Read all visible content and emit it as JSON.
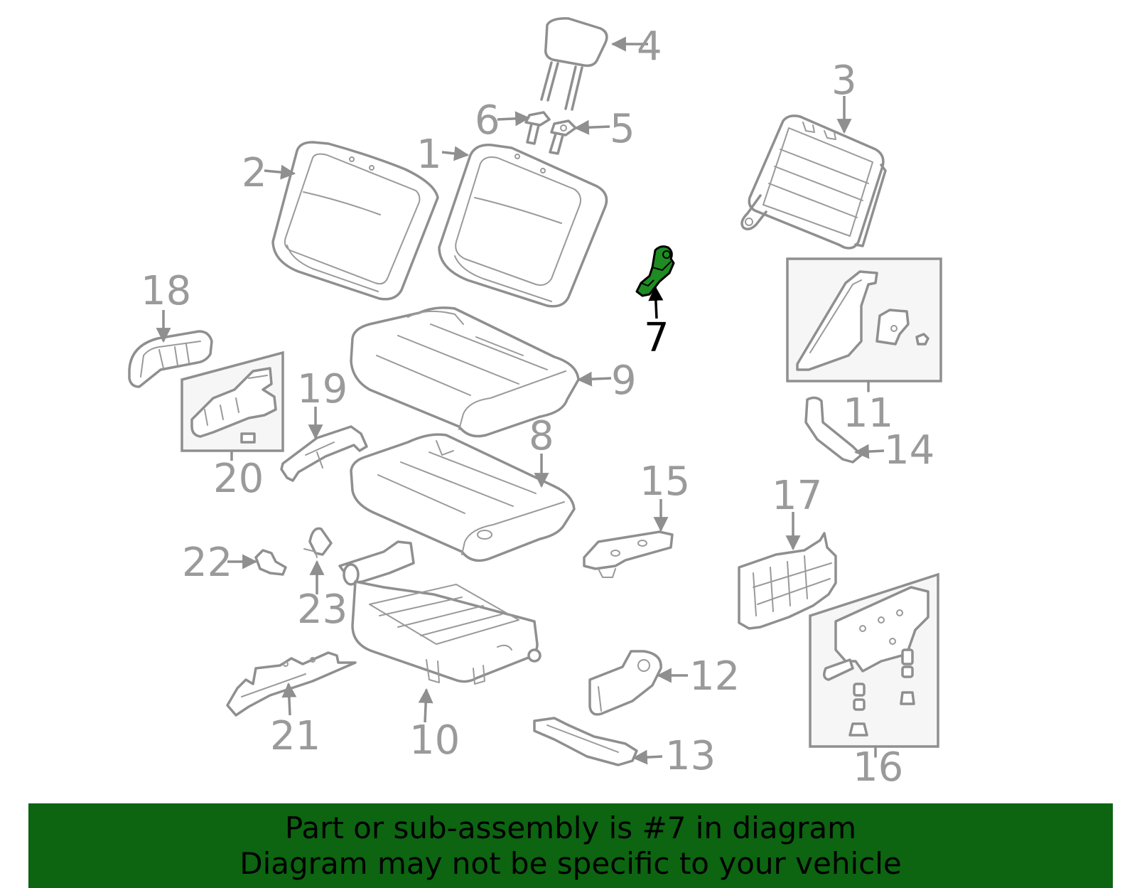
{
  "diagram": {
    "highlight_part": "7",
    "highlight_color": "#1e8c22",
    "line_color": "#8f8f8f",
    "labels": {
      "l1": "1",
      "l2": "2",
      "l3": "3",
      "l4": "4",
      "l5": "5",
      "l6": "6",
      "l7": "7",
      "l8": "8",
      "l9": "9",
      "l10": "10",
      "l11": "11",
      "l12": "12",
      "l13": "13",
      "l14": "14",
      "l15": "15",
      "l16": "16",
      "l17": "17",
      "l18": "18",
      "l19": "19",
      "l20": "20",
      "l21": "21",
      "l22": "22",
      "l23": "23"
    }
  },
  "banner": {
    "line1": "Part or sub-assembly is #7 in diagram",
    "line2": "Diagram may not be specific to your vehicle",
    "background": "#0d6411"
  }
}
